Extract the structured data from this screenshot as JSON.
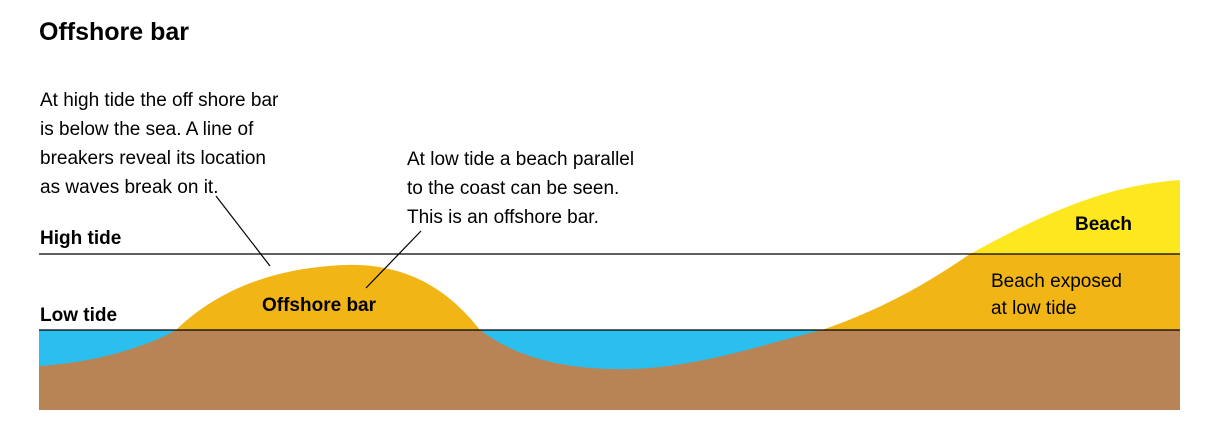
{
  "title": "Offshore bar",
  "notes": {
    "high_tide_note": "At high tide the off shore bar\nis below the sea. A line of\nbreakers reveal its location\nas waves break on it.",
    "low_tide_note": "At low tide a beach parallel\nto the coast can be seen.\nThis is an offshore bar."
  },
  "labels": {
    "high_tide": "High tide",
    "low_tide": "Low tide",
    "offshore_bar": "Offshore bar",
    "beach": "Beach",
    "beach_exposed": "Beach exposed\nat low tide"
  },
  "colors": {
    "sea": "#2bbff0",
    "sand_exposed": "#f1b516",
    "beach": "#fde71f",
    "seabed": "#b98455",
    "tide_line": "#000000"
  }
}
